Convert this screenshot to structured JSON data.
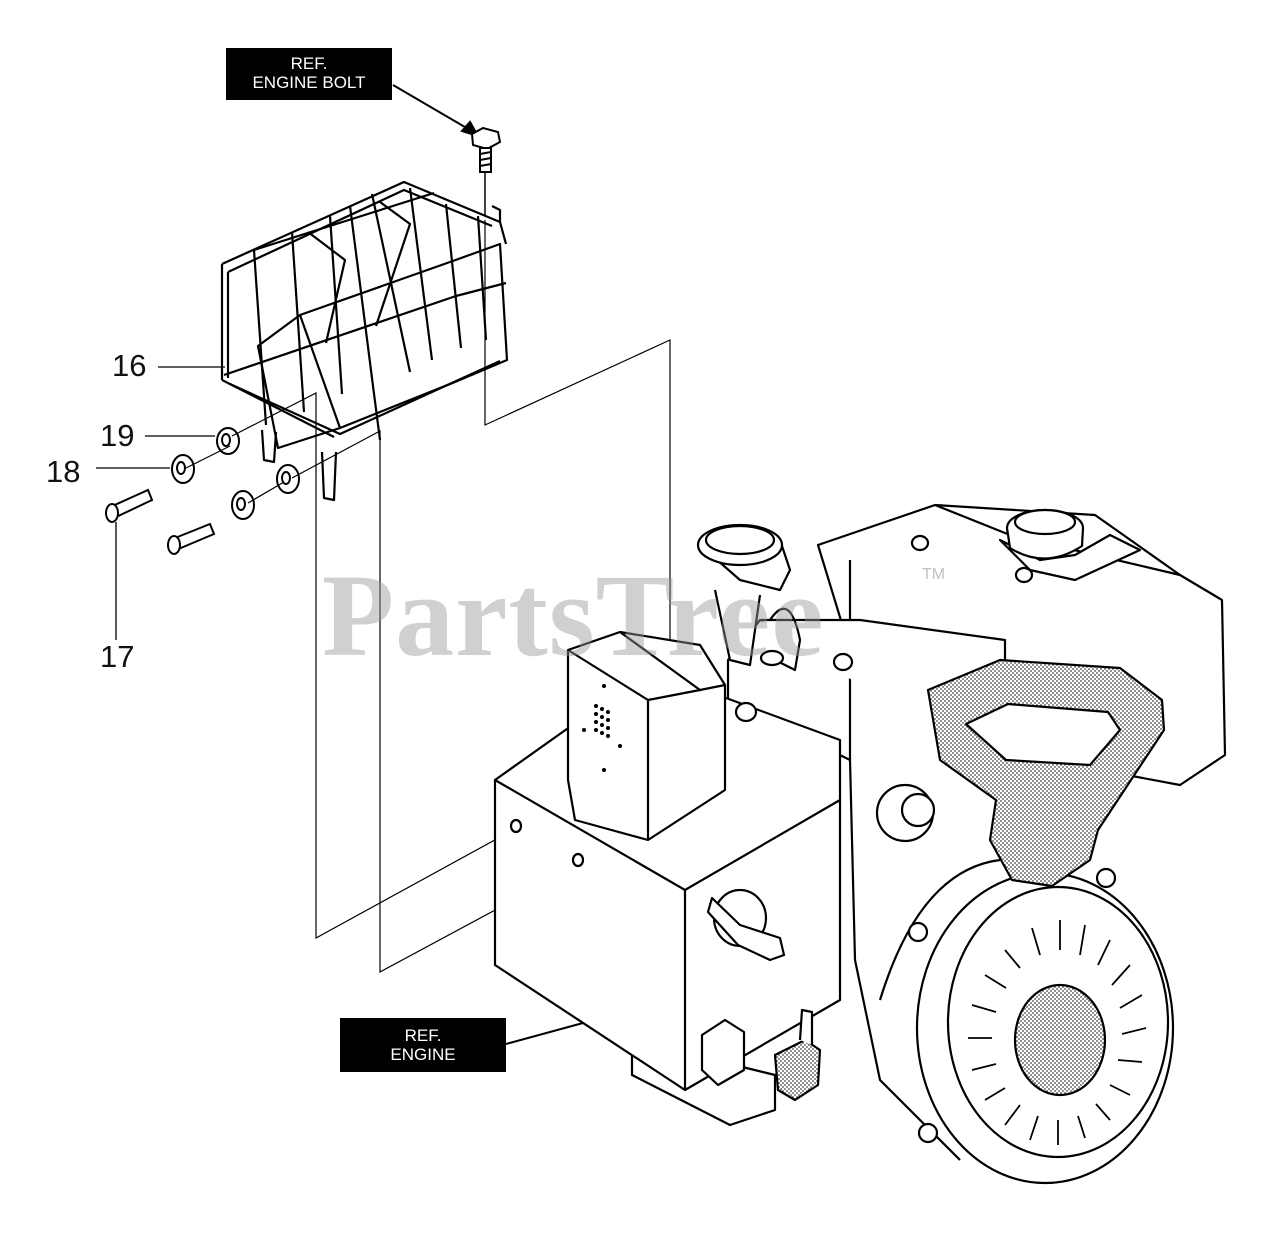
{
  "ref_labels": {
    "engine_bolt": {
      "line1": "REF.",
      "line2": "ENGINE BOLT"
    },
    "engine": {
      "line1": "REF.",
      "line2": "ENGINE"
    }
  },
  "callouts": {
    "c16": "16",
    "c17": "17",
    "c18": "18",
    "c19": "19"
  },
  "watermark": {
    "text": "PartsTree",
    "tm": "TM"
  }
}
